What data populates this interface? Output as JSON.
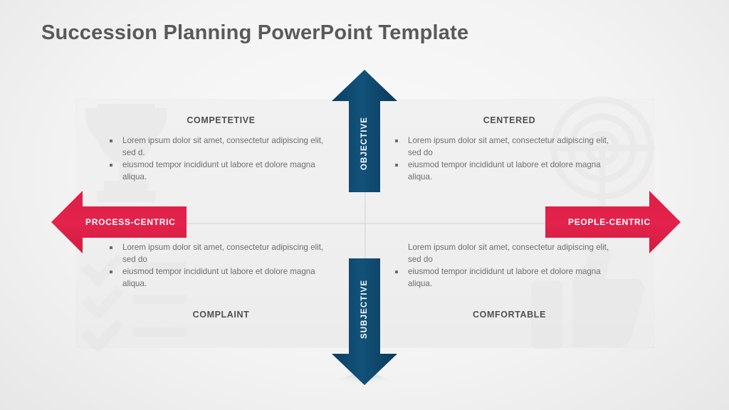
{
  "slide": {
    "title": "Succession Planning PowerPoint Template",
    "colors": {
      "navy": "#10496E",
      "navy_dark": "#0D3F60",
      "red": "#E0203F",
      "red_dark": "#D11B3C",
      "title_gray": "#595959",
      "body_gray": "#6D6D6D",
      "panel": "#EFEFEF"
    }
  },
  "axes": {
    "vertical_up": {
      "label": "OBJECTIVE",
      "icon": "arrow-up-icon"
    },
    "vertical_down": {
      "label": "SUBJECTIVE",
      "icon": "arrow-down-icon"
    },
    "horizontal_left": {
      "label": "PROCESS-CENTRIC",
      "icon": "arrow-left-icon"
    },
    "horizontal_right": {
      "label": "PEOPLE-CENTRIC",
      "icon": "arrow-right-icon"
    }
  },
  "quadrants": [
    {
      "id": "top-left",
      "heading": "COMPETETIVE",
      "watermark": "trophy-icon",
      "bullets": [
        "Lorem ipsum dolor sit amet, consectetur adipiscing elit, sed d.",
        "eiusmod tempor incididunt ut labore et dolore magna aliqua."
      ]
    },
    {
      "id": "top-right",
      "heading": "CENTERED",
      "watermark": "target-icon",
      "bullets": [
        "Lorem ipsum dolor sit amet, consectetur adipiscing elit, sed do",
        "eiusmod tempor incididunt ut labore et dolore magna aliqua."
      ]
    },
    {
      "id": "bottom-left",
      "heading": "COMPLAINT",
      "watermark": "checklist-icon",
      "bullets": [
        "Lorem ipsum dolor sit amet, consectetur adipiscing elit, sed do",
        "eiusmod tempor incididunt ut labore et dolore magna aliqua."
      ]
    },
    {
      "id": "bottom-right",
      "heading": "COMFORTABLE",
      "watermark": "thumbs-up-icon",
      "bullets": [
        "Lorem ipsum dolor sit amet, consectetur adipiscing elit, sed do",
        "eiusmod tempor incididunt ut labore et dolore magna aliqua."
      ]
    }
  ]
}
